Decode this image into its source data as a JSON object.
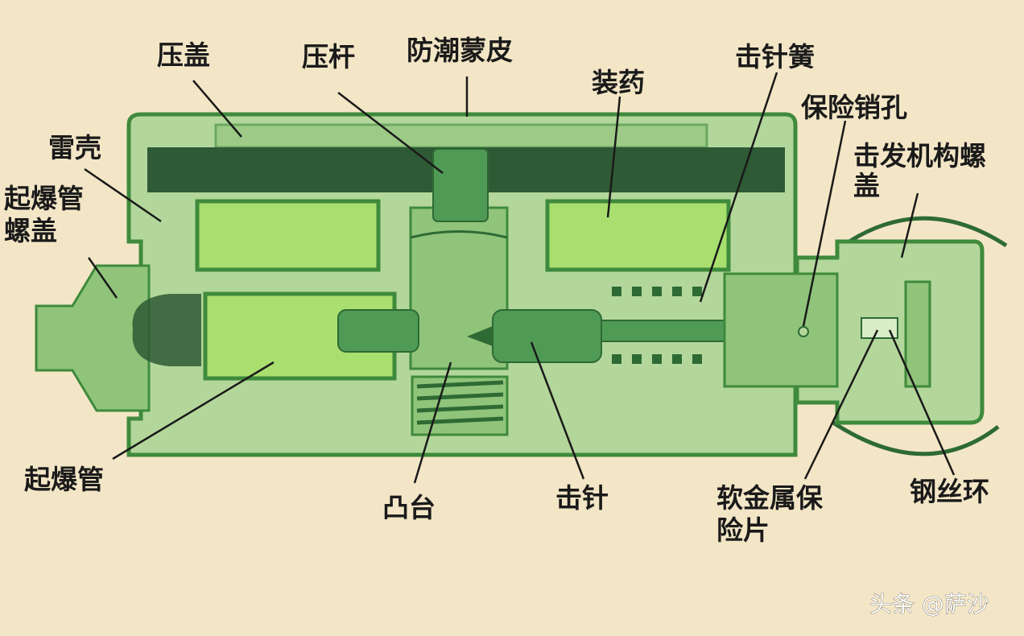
{
  "labels": {
    "press_cap": "压盖",
    "press_rod": "压杆",
    "moisture_skin": "防潮蒙皮",
    "striker_spring": "击针簧",
    "charge": "装药",
    "safety_pin_hole": "保险销孔",
    "firing_cap_line1": "击发机构螺",
    "firing_cap_line2": "盖",
    "mine_shell": "雷壳",
    "detonator_cap_line1": "起爆管",
    "detonator_cap_line2": "螺盖",
    "detonator": "起爆管",
    "boss": "凸台",
    "striker": "击针",
    "soft_metal_line1": "软金属保",
    "soft_metal_line2": "险片",
    "wire_ring": "钢丝环"
  },
  "watermark": "头条 @萨沙"
}
